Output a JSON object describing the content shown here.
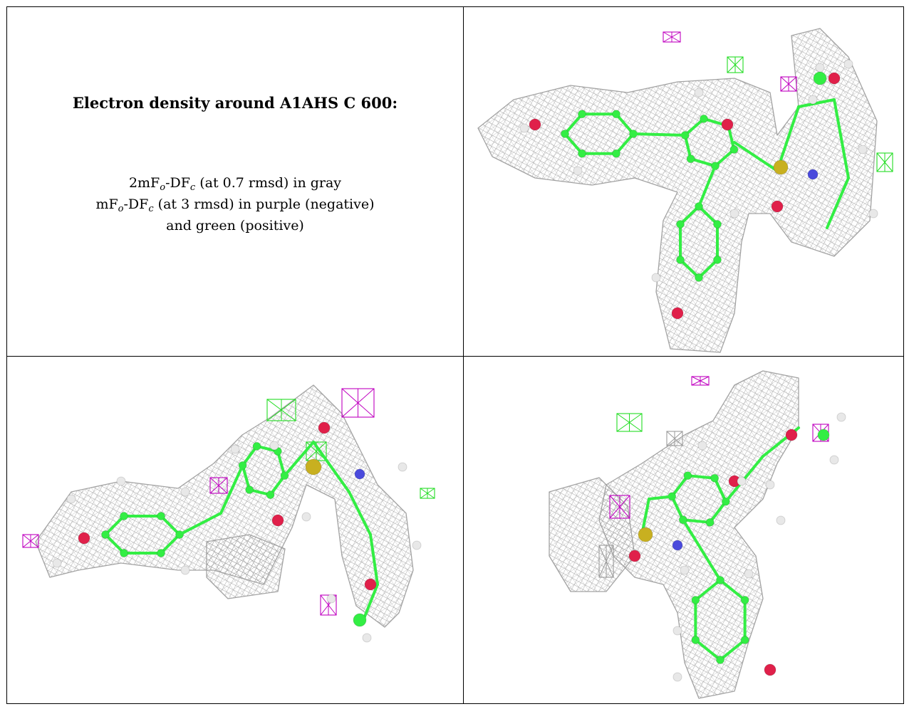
{
  "caption": {
    "title": "Electron density around A1AHS C 600:",
    "line1": {
      "a": "2mF",
      "a_sub": "o",
      "b": "-DF",
      "b_sub": "c",
      "rest": " (at 0.7 rmsd) in gray"
    },
    "line2": {
      "a": "mF",
      "a_sub": "o",
      "b": "-DF",
      "b_sub": "c",
      "rest": " (at 3 rmsd) in purple (negative)"
    },
    "line3": "and green (positive)"
  },
  "colors": {
    "mesh_2fofc": "#9a9a9a",
    "mesh_negative": "#c000c0",
    "mesh_positive": "#22dd22",
    "carbon": "#33ee44",
    "oxygen": "#e0204a",
    "nitrogen": "#4a4adc",
    "sulfur": "#c8b020",
    "hydrogen": "#e8e8e8"
  },
  "panels": [
    {
      "id": "view-1",
      "grid": "top-right"
    },
    {
      "id": "view-2",
      "grid": "bottom-left"
    },
    {
      "id": "view-3",
      "grid": "bottom-right"
    }
  ]
}
